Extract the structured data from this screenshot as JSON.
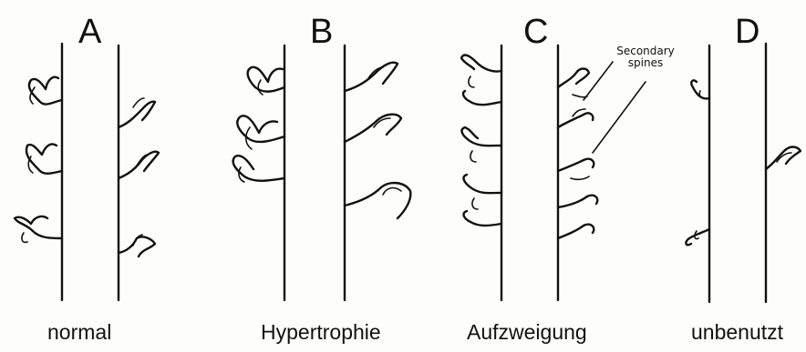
{
  "panels": [
    {
      "letter": "A",
      "caption": "normal"
    },
    {
      "letter": "B",
      "caption": "Hypertrophie"
    },
    {
      "letter": "C",
      "caption": "Aufzweigung"
    },
    {
      "letter": "D",
      "caption": "unbenutzt"
    }
  ],
  "annotation": {
    "line1": "Secondary",
    "line2": "spines"
  },
  "colors": {
    "ink": "#111111",
    "paper": "#fdfdfb"
  }
}
